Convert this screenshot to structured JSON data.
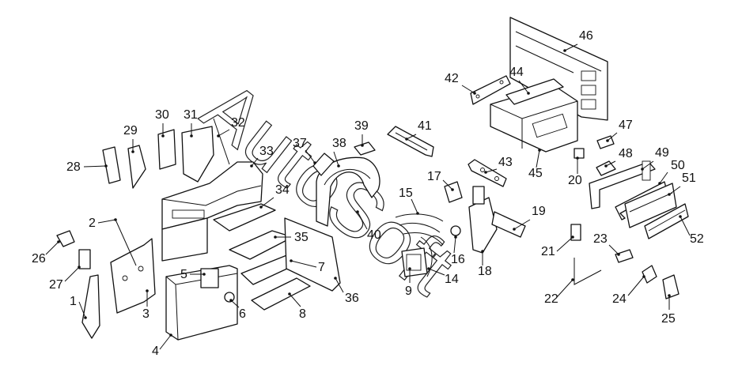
{
  "watermark": {
    "text": "AutoSoft"
  },
  "callouts": [
    {
      "id": "1",
      "label": "1"
    },
    {
      "id": "2",
      "label": "2"
    },
    {
      "id": "3",
      "label": "3"
    },
    {
      "id": "4",
      "label": "4"
    },
    {
      "id": "5",
      "label": "5"
    },
    {
      "id": "6",
      "label": "6"
    },
    {
      "id": "7",
      "label": "7"
    },
    {
      "id": "8",
      "label": "8"
    },
    {
      "id": "9",
      "label": "9"
    },
    {
      "id": "14",
      "label": "14"
    },
    {
      "id": "15",
      "label": "15"
    },
    {
      "id": "16",
      "label": "16"
    },
    {
      "id": "17",
      "label": "17"
    },
    {
      "id": "18",
      "label": "18"
    },
    {
      "id": "19",
      "label": "19"
    },
    {
      "id": "20",
      "label": "20"
    },
    {
      "id": "21",
      "label": "21"
    },
    {
      "id": "22",
      "label": "22"
    },
    {
      "id": "23",
      "label": "23"
    },
    {
      "id": "24",
      "label": "24"
    },
    {
      "id": "25",
      "label": "25"
    },
    {
      "id": "26",
      "label": "26"
    },
    {
      "id": "27",
      "label": "27"
    },
    {
      "id": "28",
      "label": "28"
    },
    {
      "id": "29",
      "label": "29"
    },
    {
      "id": "30",
      "label": "30"
    },
    {
      "id": "31",
      "label": "31"
    },
    {
      "id": "32",
      "label": "32"
    },
    {
      "id": "33",
      "label": "33"
    },
    {
      "id": "34",
      "label": "34"
    },
    {
      "id": "35",
      "label": "35"
    },
    {
      "id": "36",
      "label": "36"
    },
    {
      "id": "37",
      "label": "37"
    },
    {
      "id": "38",
      "label": "38"
    },
    {
      "id": "39",
      "label": "39"
    },
    {
      "id": "40",
      "label": "40"
    },
    {
      "id": "41",
      "label": "41"
    },
    {
      "id": "42",
      "label": "42"
    },
    {
      "id": "43",
      "label": "43"
    },
    {
      "id": "44",
      "label": "44"
    },
    {
      "id": "45",
      "label": "45"
    },
    {
      "id": "46",
      "label": "46"
    },
    {
      "id": "47",
      "label": "47"
    },
    {
      "id": "48",
      "label": "48"
    },
    {
      "id": "49",
      "label": "49"
    },
    {
      "id": "50",
      "label": "50"
    },
    {
      "id": "51",
      "label": "51"
    },
    {
      "id": "52",
      "label": "52"
    }
  ]
}
